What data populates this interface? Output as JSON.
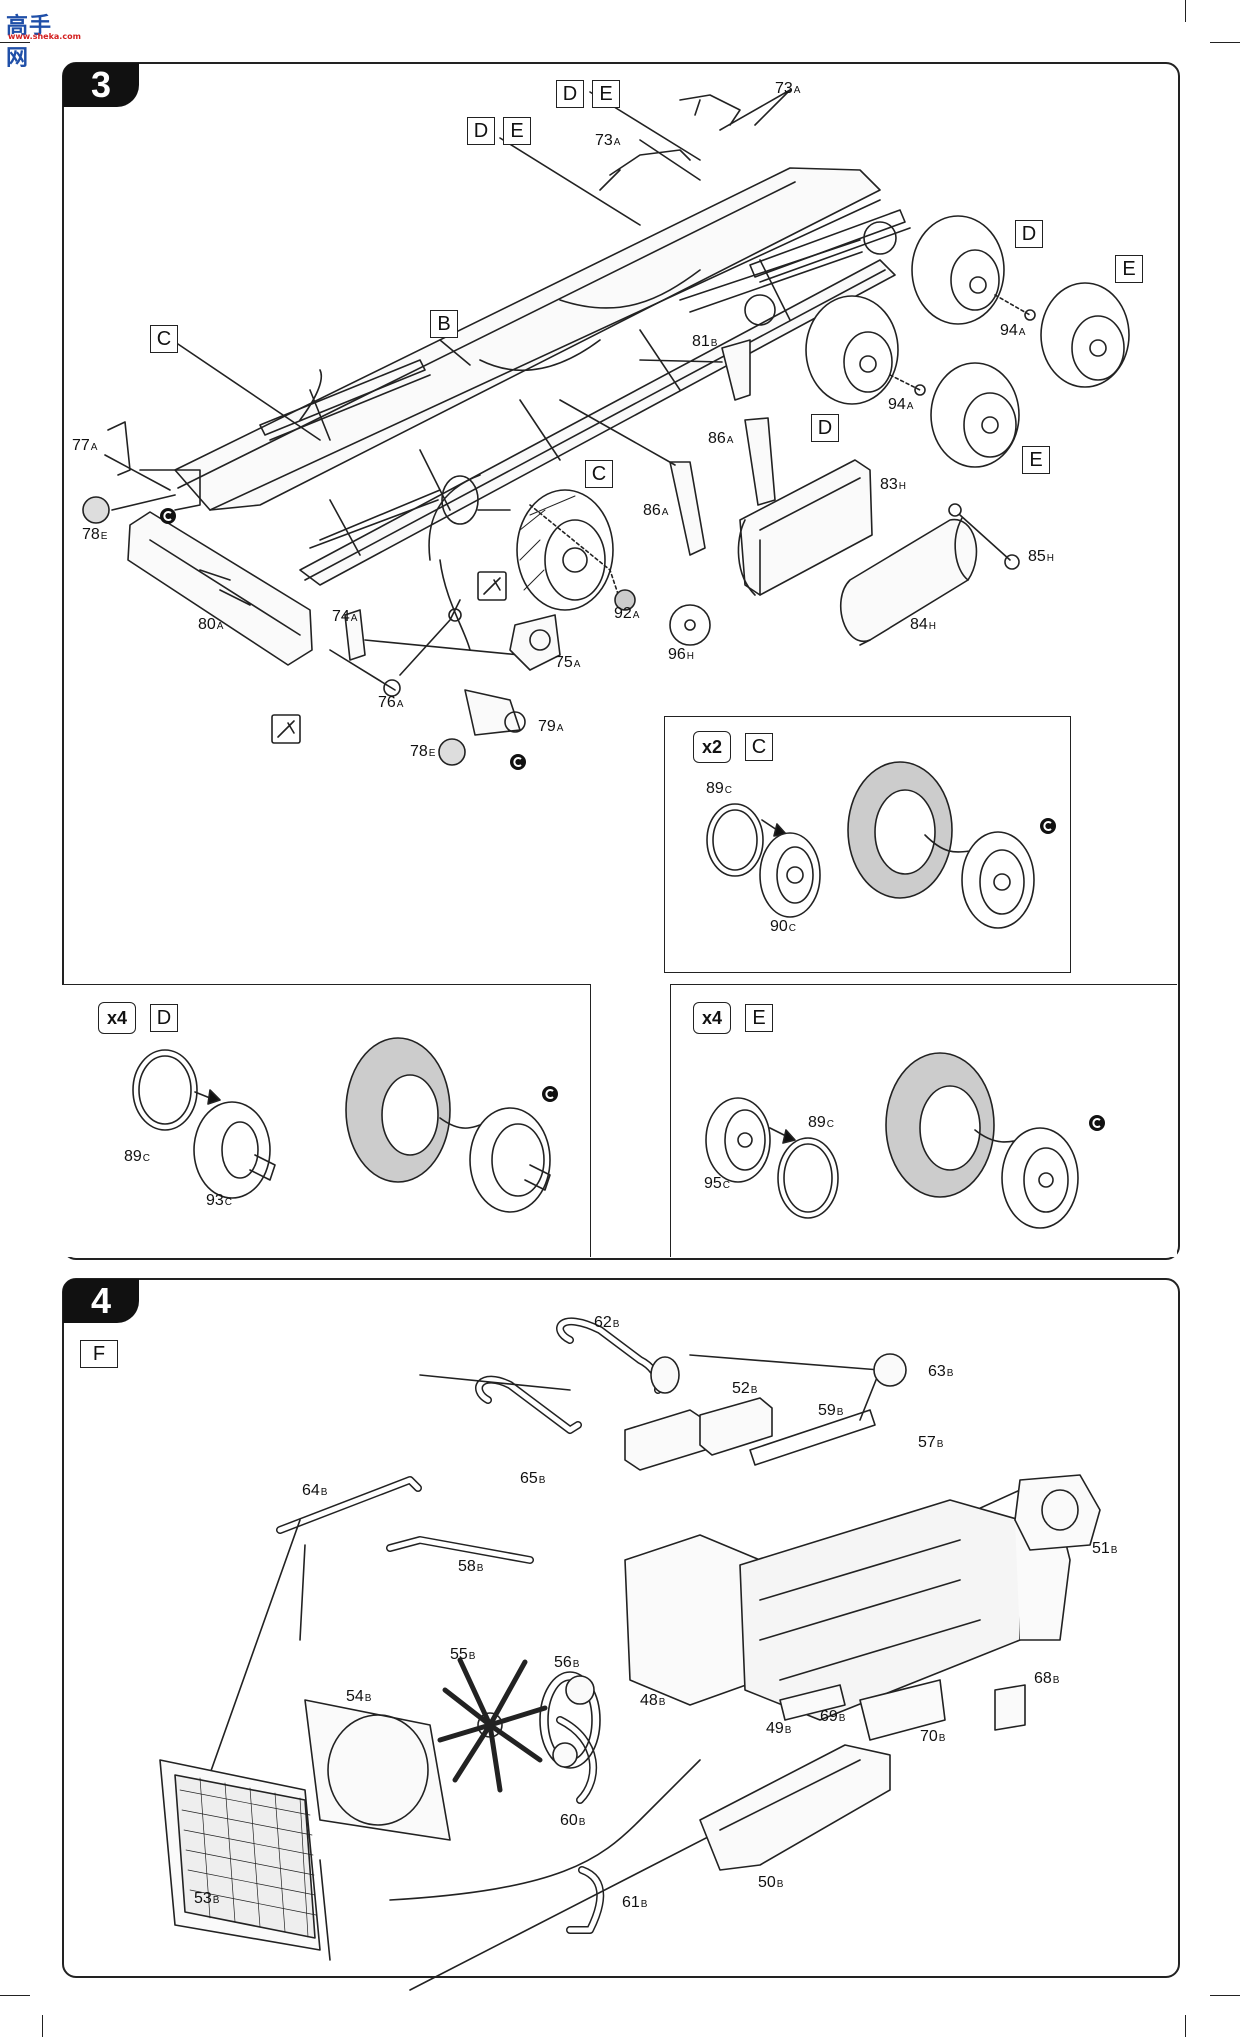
{
  "watermark": {
    "title": "高手网",
    "url": "www.sheka.com"
  },
  "steps": [
    {
      "number": "3"
    },
    {
      "number": "4"
    }
  ],
  "step3": {
    "markers": [
      "D",
      "E",
      "D",
      "E",
      "C",
      "B",
      "D",
      "E",
      "D",
      "E",
      "C"
    ],
    "labels": [
      {
        "num": "73",
        "sfx": "A"
      },
      {
        "num": "73",
        "sfx": "A"
      },
      {
        "num": "81",
        "sfx": "B"
      },
      {
        "num": "94",
        "sfx": "A"
      },
      {
        "num": "94",
        "sfx": "A"
      },
      {
        "num": "77",
        "sfx": "A"
      },
      {
        "num": "86",
        "sfx": "A"
      },
      {
        "num": "83",
        "sfx": "H"
      },
      {
        "num": "78",
        "sfx": "E"
      },
      {
        "num": "86",
        "sfx": "A"
      },
      {
        "num": "85",
        "sfx": "H"
      },
      {
        "num": "80",
        "sfx": "A"
      },
      {
        "num": "92",
        "sfx": "A"
      },
      {
        "num": "84",
        "sfx": "H"
      },
      {
        "num": "74",
        "sfx": "A"
      },
      {
        "num": "96",
        "sfx": "H"
      },
      {
        "num": "75",
        "sfx": "A"
      },
      {
        "num": "76",
        "sfx": "A"
      },
      {
        "num": "79",
        "sfx": "A"
      },
      {
        "num": "78",
        "sfx": "E"
      }
    ],
    "sub_c": {
      "mult": "x2",
      "marker": "C",
      "labels": [
        {
          "num": "89",
          "sfx": "C"
        },
        {
          "num": "90",
          "sfx": "C"
        }
      ]
    },
    "sub_d": {
      "mult": "x4",
      "marker": "D",
      "labels": [
        {
          "num": "89",
          "sfx": "C"
        },
        {
          "num": "93",
          "sfx": "C"
        }
      ]
    },
    "sub_e": {
      "mult": "x4",
      "marker": "E",
      "labels": [
        {
          "num": "89",
          "sfx": "C"
        },
        {
          "num": "95",
          "sfx": "C"
        }
      ]
    }
  },
  "step4": {
    "marker": "F",
    "labels": [
      {
        "num": "62",
        "sfx": "B"
      },
      {
        "num": "63",
        "sfx": "B"
      },
      {
        "num": "52",
        "sfx": "B"
      },
      {
        "num": "59",
        "sfx": "B"
      },
      {
        "num": "57",
        "sfx": "B"
      },
      {
        "num": "65",
        "sfx": "B"
      },
      {
        "num": "64",
        "sfx": "B"
      },
      {
        "num": "51",
        "sfx": "B"
      },
      {
        "num": "58",
        "sfx": "B"
      },
      {
        "num": "55",
        "sfx": "B"
      },
      {
        "num": "56",
        "sfx": "B"
      },
      {
        "num": "54",
        "sfx": "B"
      },
      {
        "num": "48",
        "sfx": "B"
      },
      {
        "num": "68",
        "sfx": "B"
      },
      {
        "num": "69",
        "sfx": "B"
      },
      {
        "num": "49",
        "sfx": "B"
      },
      {
        "num": "70",
        "sfx": "B"
      },
      {
        "num": "60",
        "sfx": "B"
      },
      {
        "num": "50",
        "sfx": "B"
      },
      {
        "num": "53",
        "sfx": "B"
      },
      {
        "num": "61",
        "sfx": "B"
      }
    ]
  }
}
